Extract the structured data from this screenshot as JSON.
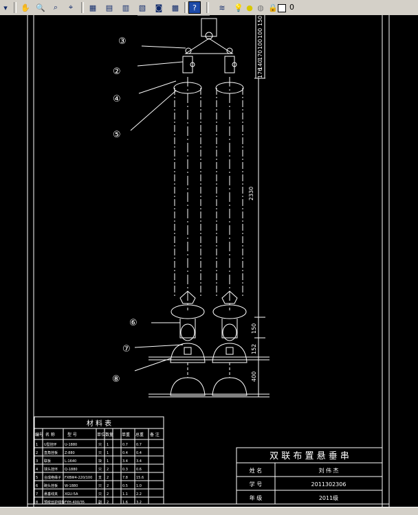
{
  "toolbar": {
    "layer_value": "0",
    "icons": [
      "dropdown-arrow-icon",
      "pan-icon",
      "zoom-realtime-icon",
      "zoom-window-icon",
      "zoom-previous-icon",
      "properties-icon",
      "design-center-icon",
      "tool-palettes-icon",
      "sheet-set-icon",
      "markup-icon",
      "calculator-icon",
      "help-icon",
      "layer-manager-icon",
      "lightbulb-icon",
      "sun-icon",
      "freeze-icon",
      "lock-icon",
      "color-swatch-icon"
    ]
  },
  "drawing": {
    "callouts": [
      "③",
      "②",
      "④",
      "⑤",
      "⑥",
      "⑦",
      "⑧"
    ],
    "dimension_total": "2330",
    "dimension_small_top": [
      "150",
      "100",
      "100",
      "170",
      "140",
      "176"
    ],
    "dimension_bottom": [
      "150",
      "152",
      "400"
    ]
  },
  "material_table": {
    "title": "材  料  表",
    "headers": [
      "编号",
      "名  称",
      "型  号",
      "单位",
      "数量",
      "单重",
      "总重",
      "备 注"
    ],
    "rows": [
      [
        "1",
        "U型挂环",
        "U-1880",
        "只",
        "1",
        "0.7",
        "0.7",
        ""
      ],
      [
        "2",
        "直角挂板",
        "Z-880",
        "只",
        "1",
        "0.4",
        "0.4",
        ""
      ],
      [
        "3",
        "联板",
        "L-1640",
        "块",
        "1",
        "3.4",
        "3.4",
        ""
      ],
      [
        "4",
        "球头挂环",
        "Q-1880",
        "只",
        "2",
        "0.3",
        "0.6",
        ""
      ],
      [
        "5",
        "合成绝缘子",
        "FXBW4-220/100",
        "支",
        "2",
        "7.8",
        "15.6",
        ""
      ],
      [
        "6",
        "碗头挂板",
        "W-1880",
        "只",
        "2",
        "0.5",
        "1.0",
        ""
      ],
      [
        "7",
        "悬垂线夹",
        "XGU-5A",
        "只",
        "2",
        "1.1",
        "2.2",
        ""
      ],
      [
        "8",
        "预绞丝护线条",
        "FYH-400/35",
        "副",
        "2",
        "1.6",
        "3.2",
        ""
      ]
    ]
  },
  "title_block": {
    "title": "双  联  布  置  悬  垂  串",
    "row1_label": "姓   名",
    "row1_value": "刘  伟  杰",
    "row2_label": "学   号",
    "row2_value": "2011302306",
    "row3_label": "年   级",
    "row3_value": "2011级"
  },
  "colors": {
    "background": "#000000",
    "line": "#ffffff",
    "toolbar": "#d4d0c8"
  }
}
